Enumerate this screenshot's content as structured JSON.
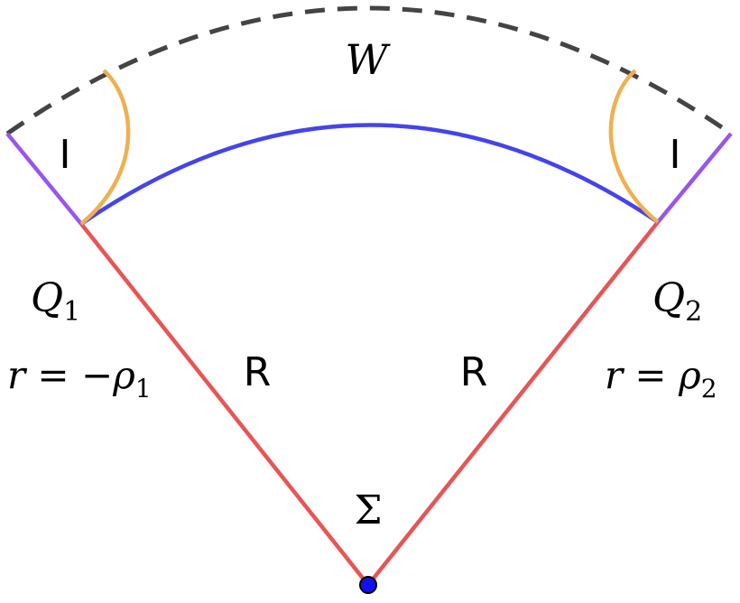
{
  "labels": {
    "w": "W",
    "island_left": "I",
    "island_right": "I",
    "region_left": "R",
    "region_right": "R",
    "sigma": "Σ",
    "q1_main": "Q",
    "q1_sub": "1",
    "q2_main": "Q",
    "q2_sub": "2",
    "r_left_var": "r",
    "r_left_eq": " = −",
    "r_left_rho": "ρ",
    "r_left_sub": "1",
    "r_right_var": "r",
    "r_right_eq": " = ",
    "r_right_rho": "ρ",
    "r_right_sub": "2"
  },
  "colors": {
    "dashed_boundary": "#444444",
    "purple_edge": "#9955ee",
    "red_edge": "#e85555",
    "blue_curve": "#4444ee",
    "orange_curve": "#f0b050",
    "apex_dot": "#1111ee"
  }
}
